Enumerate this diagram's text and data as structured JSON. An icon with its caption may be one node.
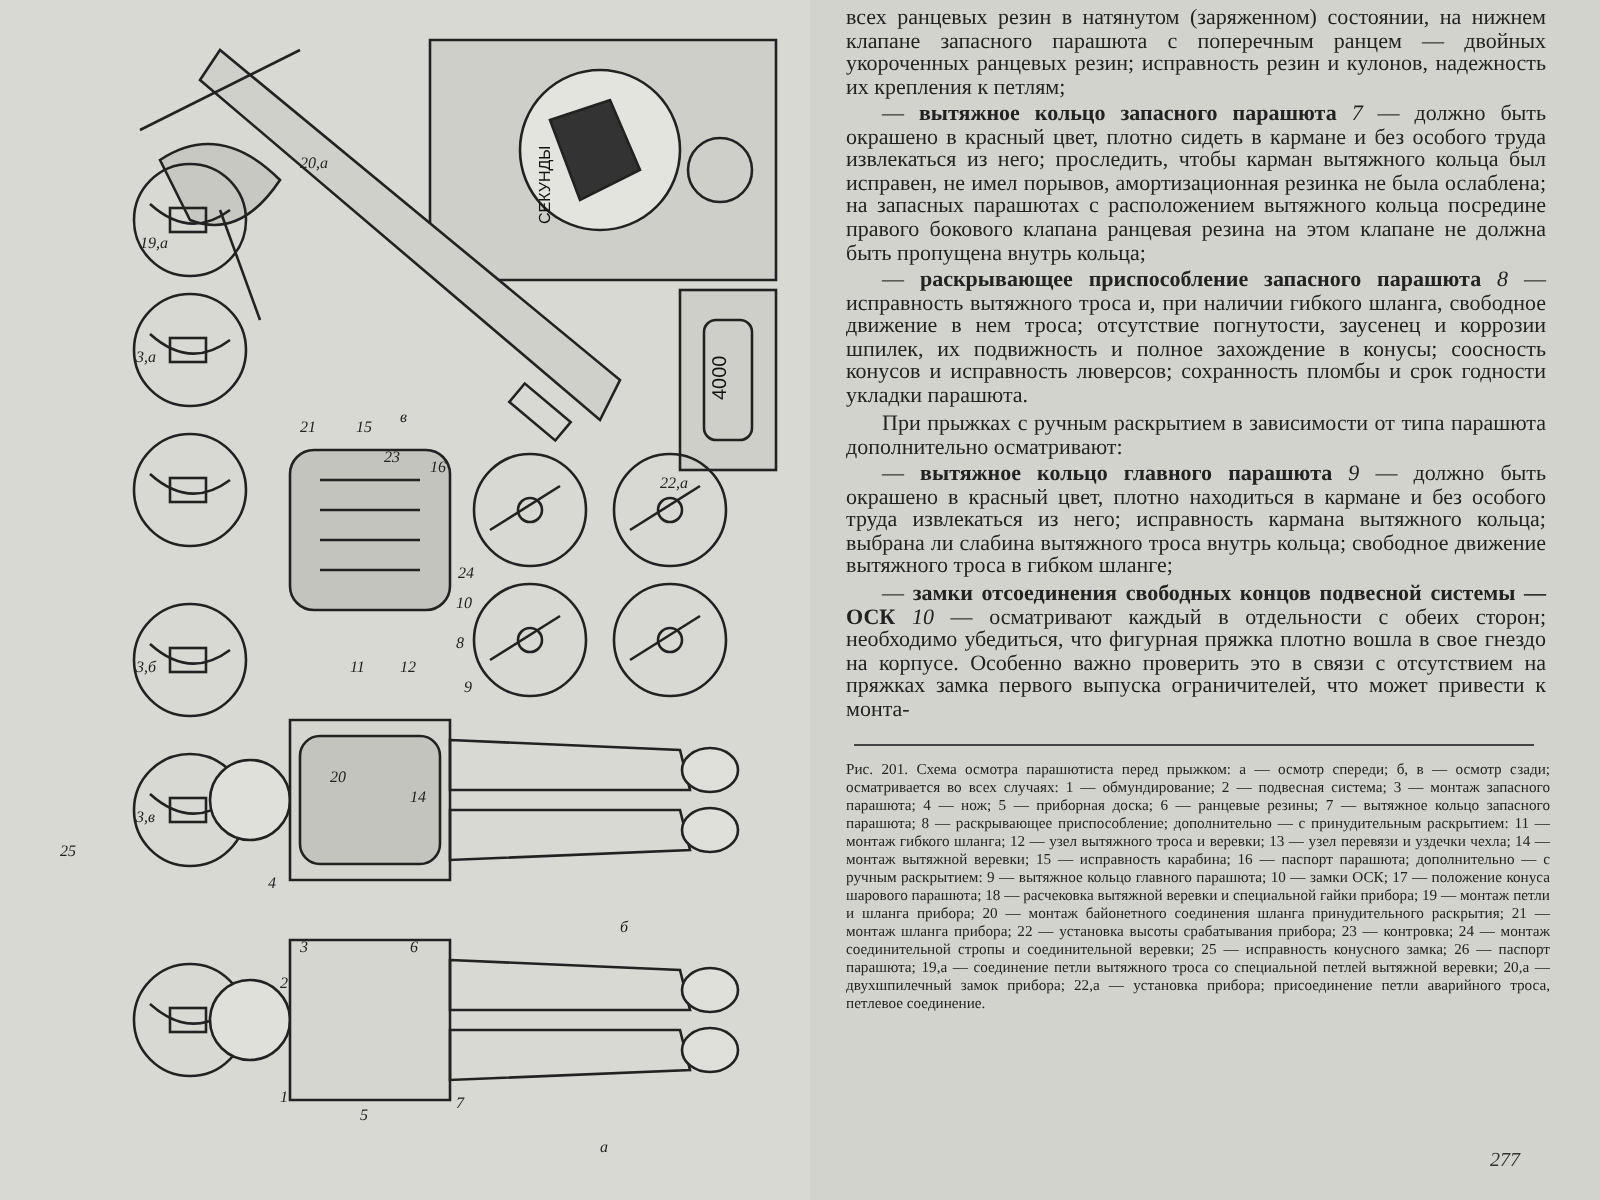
{
  "diagram": {
    "caption": "Рис. 201. Схема осмотра парашютиста перед прыжком: а — осмотр спереди; б, в — осмотр сзади; осматривается во всех случаях: 1 — обмундирование; 2 — подвесная система; 3 — монтаж запасного парашюта; 4 — нож; 5 — приборная доска; 6 — ранцевые резины; 7 — вытяжное кольцо запасного парашюта; 8 — раскрывающее приспособление; дополнительно — с принудительным раскрытием: 11 — монтаж гибкого шланга; 12 — узел вытяжного троса и веревки; 13 — узел перевязи и уздечки чехла; 14 — монтаж вытяжной веревки; 15 — исправность карабина; 16 — паспорт парашюта; дополнительно — с ручным раскрытием: 9 — вытяжное кольцо главного парашюта; 10 — замки ОСК; 17 — положение конуса шарового парашюта; 18 — расчековка вытяжной веревки и специальной гайки прибора; 19 — монтаж петли и шланга прибора; 20 — монтаж байонетного соединения шланга принудительного раскрытия; 21 — монтаж шланга прибора; 22 — установка высоты срабатывания прибора; 23 — контровка; 24 — монтаж соединительной стропы и соединительной веревки; 25 — исправность конусного замка; 26 — паспорт парашюта; 19,а — соединение петли вытяжного троса со специальной петлей вытяжной веревки; 20,а — двухшпилечный замок прибора; 22,а — установка прибора; присоединение петли аварийного троса, петлевое соединение.",
    "labels": [
      "всех ранцевых резин в натянутом (заряженном) состоянии, на нижнем клапане запасного парашюта с поперечным ранцем — двойных укороченных ранцевых резин; исправность резин и кулонов, надежность их крепления к петлям;",
      "— **вытяжное кольцо запасного парашюта** *7* — должно быть окрашено в красный цвет, плотно сидеть в кармане и без особого труда извлекаться из него; проследить, чтобы карман вытяжного кольца был исправен, не имел порывов, амортизационная резинка не была ослаблена; на запасных парашютах с расположением вытяжного кольца посредине правого бокового клапана ранцевая резина на этом клапане не должна быть пропущена внутрь кольца;",
      "— **раскрывающее приспособление запасного парашюта** *8* — исправность вытяжного троса и, при наличии гибкого шланга, свободное движение в нем троса; отсутствие погнутости, заусенец и коррозии шпилек, их подвижность и полное захождение в конусы; соосность конусов и исправность люверсов; сохранность пломбы и срок годности укладки парашюта.",
      "При прыжках с ручным раскрытием в зависимости от типа парашюта дополнительно осматривают:",
      "— **вытяжное кольцо главного парашюта** *9* — должно быть окрашено в красный цвет, плотно находиться в кармане и без особого труда извлекаться из него; исправность кармана вытяжного кольца; выбрана ли слабина вытяжного троса внутрь кольца; свободное движение вытяжного троса в гибком шланге;",
      "— **замки отсоединения свободных концов подвесной системы — ОСК** *10* — осматривают каждый в отдельности с обеих сторон; необходимо убедиться, что фигурная пряжка плотно вошла в свое гнездо на корпусе. Особенно важно проверить это в связи с отсутствием на пряжках замка первого выпуска ограничителей, что может привести к монта-",
      "277",
      "СЕКУНДЫ",
      "4000",
      "20,а",
      "19,а",
      "22,а",
      "3,а",
      "3,б",
      "3,в",
      "а",
      "б",
      "в",
      "1",
      "2",
      "3",
      "4",
      "5",
      "6",
      "7",
      "8",
      "9",
      "10",
      "11",
      "12",
      "14",
      "15",
      "16",
      "20",
      "21",
      "23",
      "24",
      "25"
    ]
  }
}
